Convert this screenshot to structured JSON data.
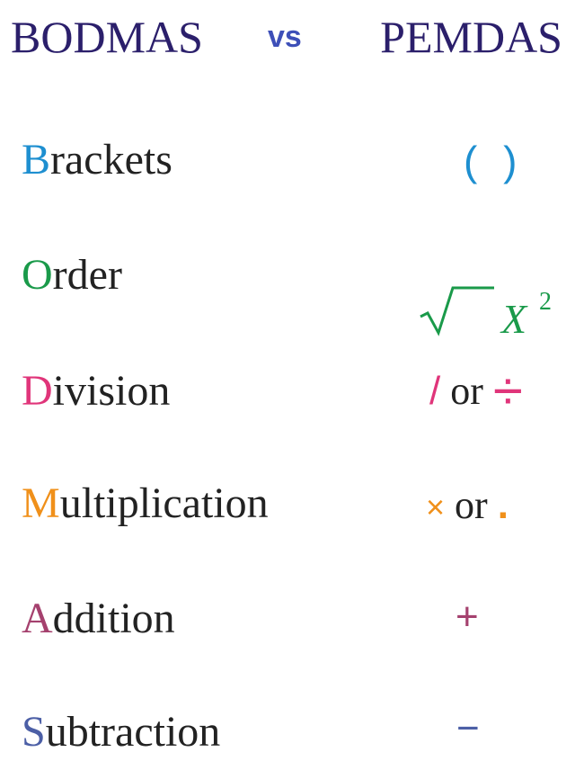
{
  "header": {
    "left": "BODMAS",
    "vs": "vs",
    "right": "PEMDAS"
  },
  "rows": [
    {
      "initial": "B",
      "rest": "rackets",
      "color": "#1e8fd0",
      "symbol": "( )"
    },
    {
      "initial": "O",
      "rest": "rder",
      "color": "#1a9a4a",
      "symbol_radical": "√",
      "symbol_base": "X",
      "symbol_exp": "2"
    },
    {
      "initial": "D",
      "rest": "ivision",
      "color": "#e0357a",
      "symbol_a": "/",
      "symbol_or": " or ",
      "symbol_b": "÷"
    },
    {
      "initial": "M",
      "rest": "ultiplication",
      "color": "#f0901a",
      "symbol_a": "×",
      "symbol_or": " or ",
      "symbol_b": "."
    },
    {
      "initial": "A",
      "rest": "ddition",
      "color": "#a5416e",
      "symbol": "+"
    },
    {
      "initial": "S",
      "rest": "ubtraction",
      "color": "#4c5fa6",
      "symbol": "−"
    }
  ]
}
